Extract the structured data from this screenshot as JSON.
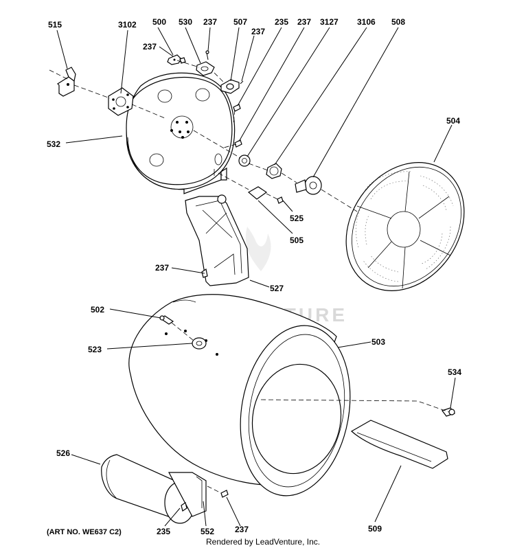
{
  "diagram": {
    "art_number": "(ART NO. WE637 C2)",
    "footer": "Rendered by LeadVenture, Inc.",
    "watermark": "LEADVENTURE",
    "part_labels": {
      "p515": "515",
      "p3102": "3102",
      "p500": "500",
      "p530": "530",
      "p237_top": "237",
      "p507": "507",
      "p237_b": "237",
      "p235_top": "235",
      "p237_c": "237",
      "p3127": "3127",
      "p3106": "3106",
      "p508": "508",
      "p237_left": "237",
      "p532": "532",
      "p504": "504",
      "p525": "525",
      "p505": "505",
      "p237_bracket": "237",
      "p527": "527",
      "p502": "502",
      "p503": "503",
      "p523": "523",
      "p534": "534",
      "p526": "526",
      "p509": "509",
      "p235_bottom": "235",
      "p552": "552",
      "p237_bottom": "237"
    }
  }
}
